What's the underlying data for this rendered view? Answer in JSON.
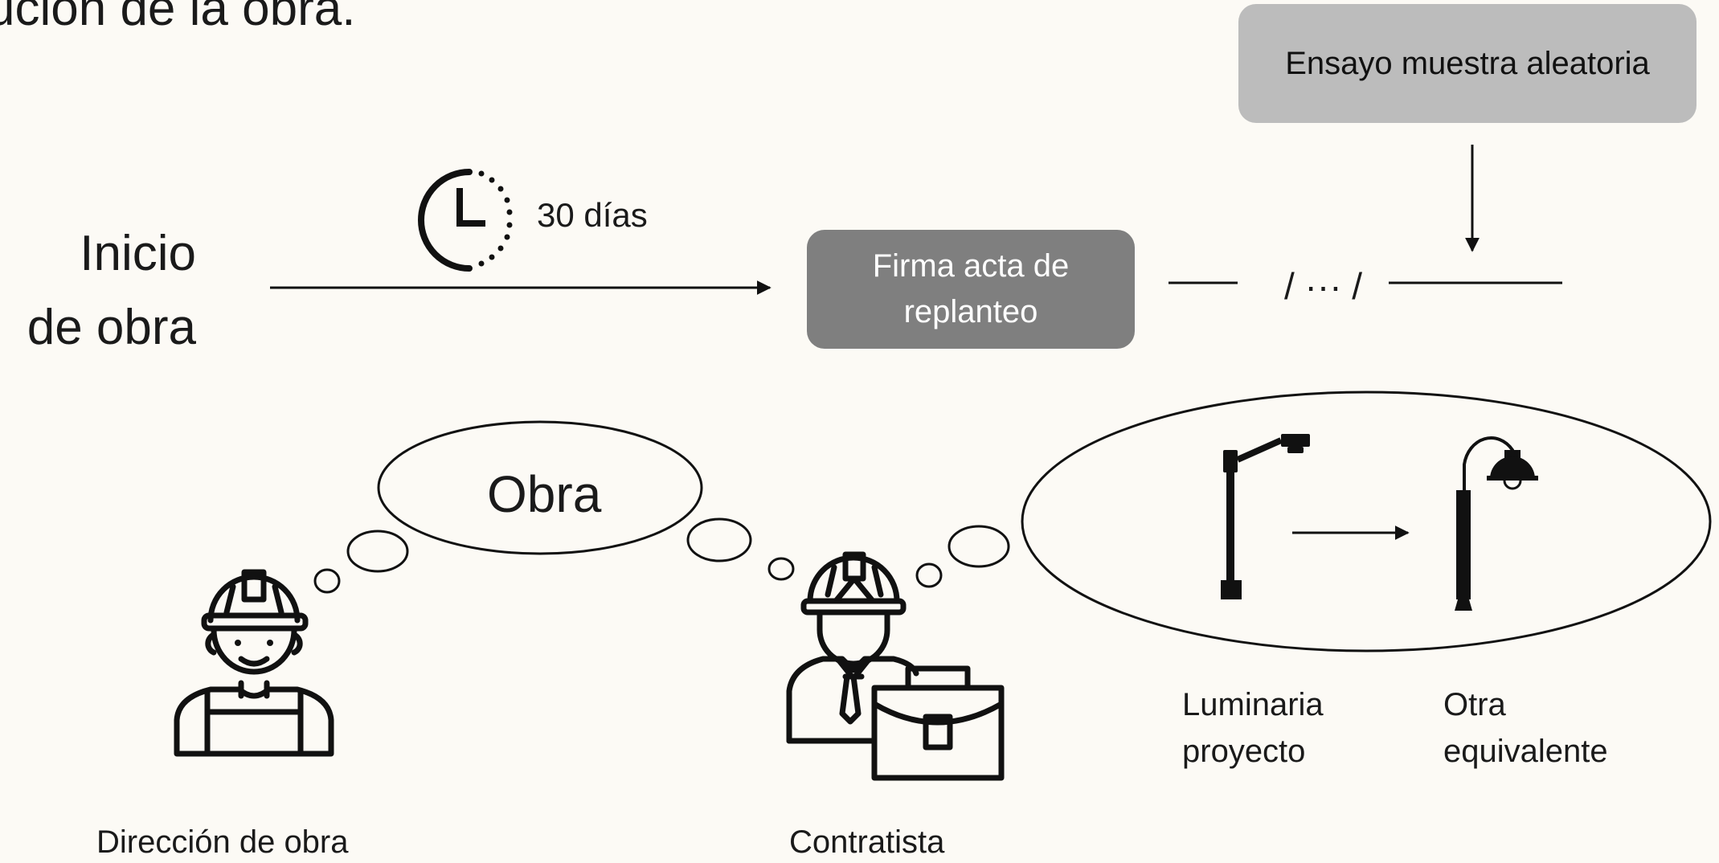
{
  "heading": "ución de la obra.",
  "start_label_line1": "Inicio",
  "start_label_line2": "de obra",
  "duration_label": "30 días",
  "box_firma_line1": "Firma acta de",
  "box_firma_line2": "replanteo",
  "box_ensayo": "Ensayo muestra aleatoria",
  "ellipsis_marker": "/ ··· /",
  "thought_bubble_text": "Obra",
  "luminaire_project_line1": "Luminaria",
  "luminaire_project_line2": "proyecto",
  "luminaire_equivalent_line1": "Otra",
  "luminaire_equivalent_line2": "equivalente",
  "person_direction": "Dirección de obra",
  "person_contractor": "Contratista",
  "colors": {
    "background": "#fcfaf5",
    "box_dark": "#7f7f7f",
    "box_light": "#bcbcbc",
    "line": "#111111"
  }
}
